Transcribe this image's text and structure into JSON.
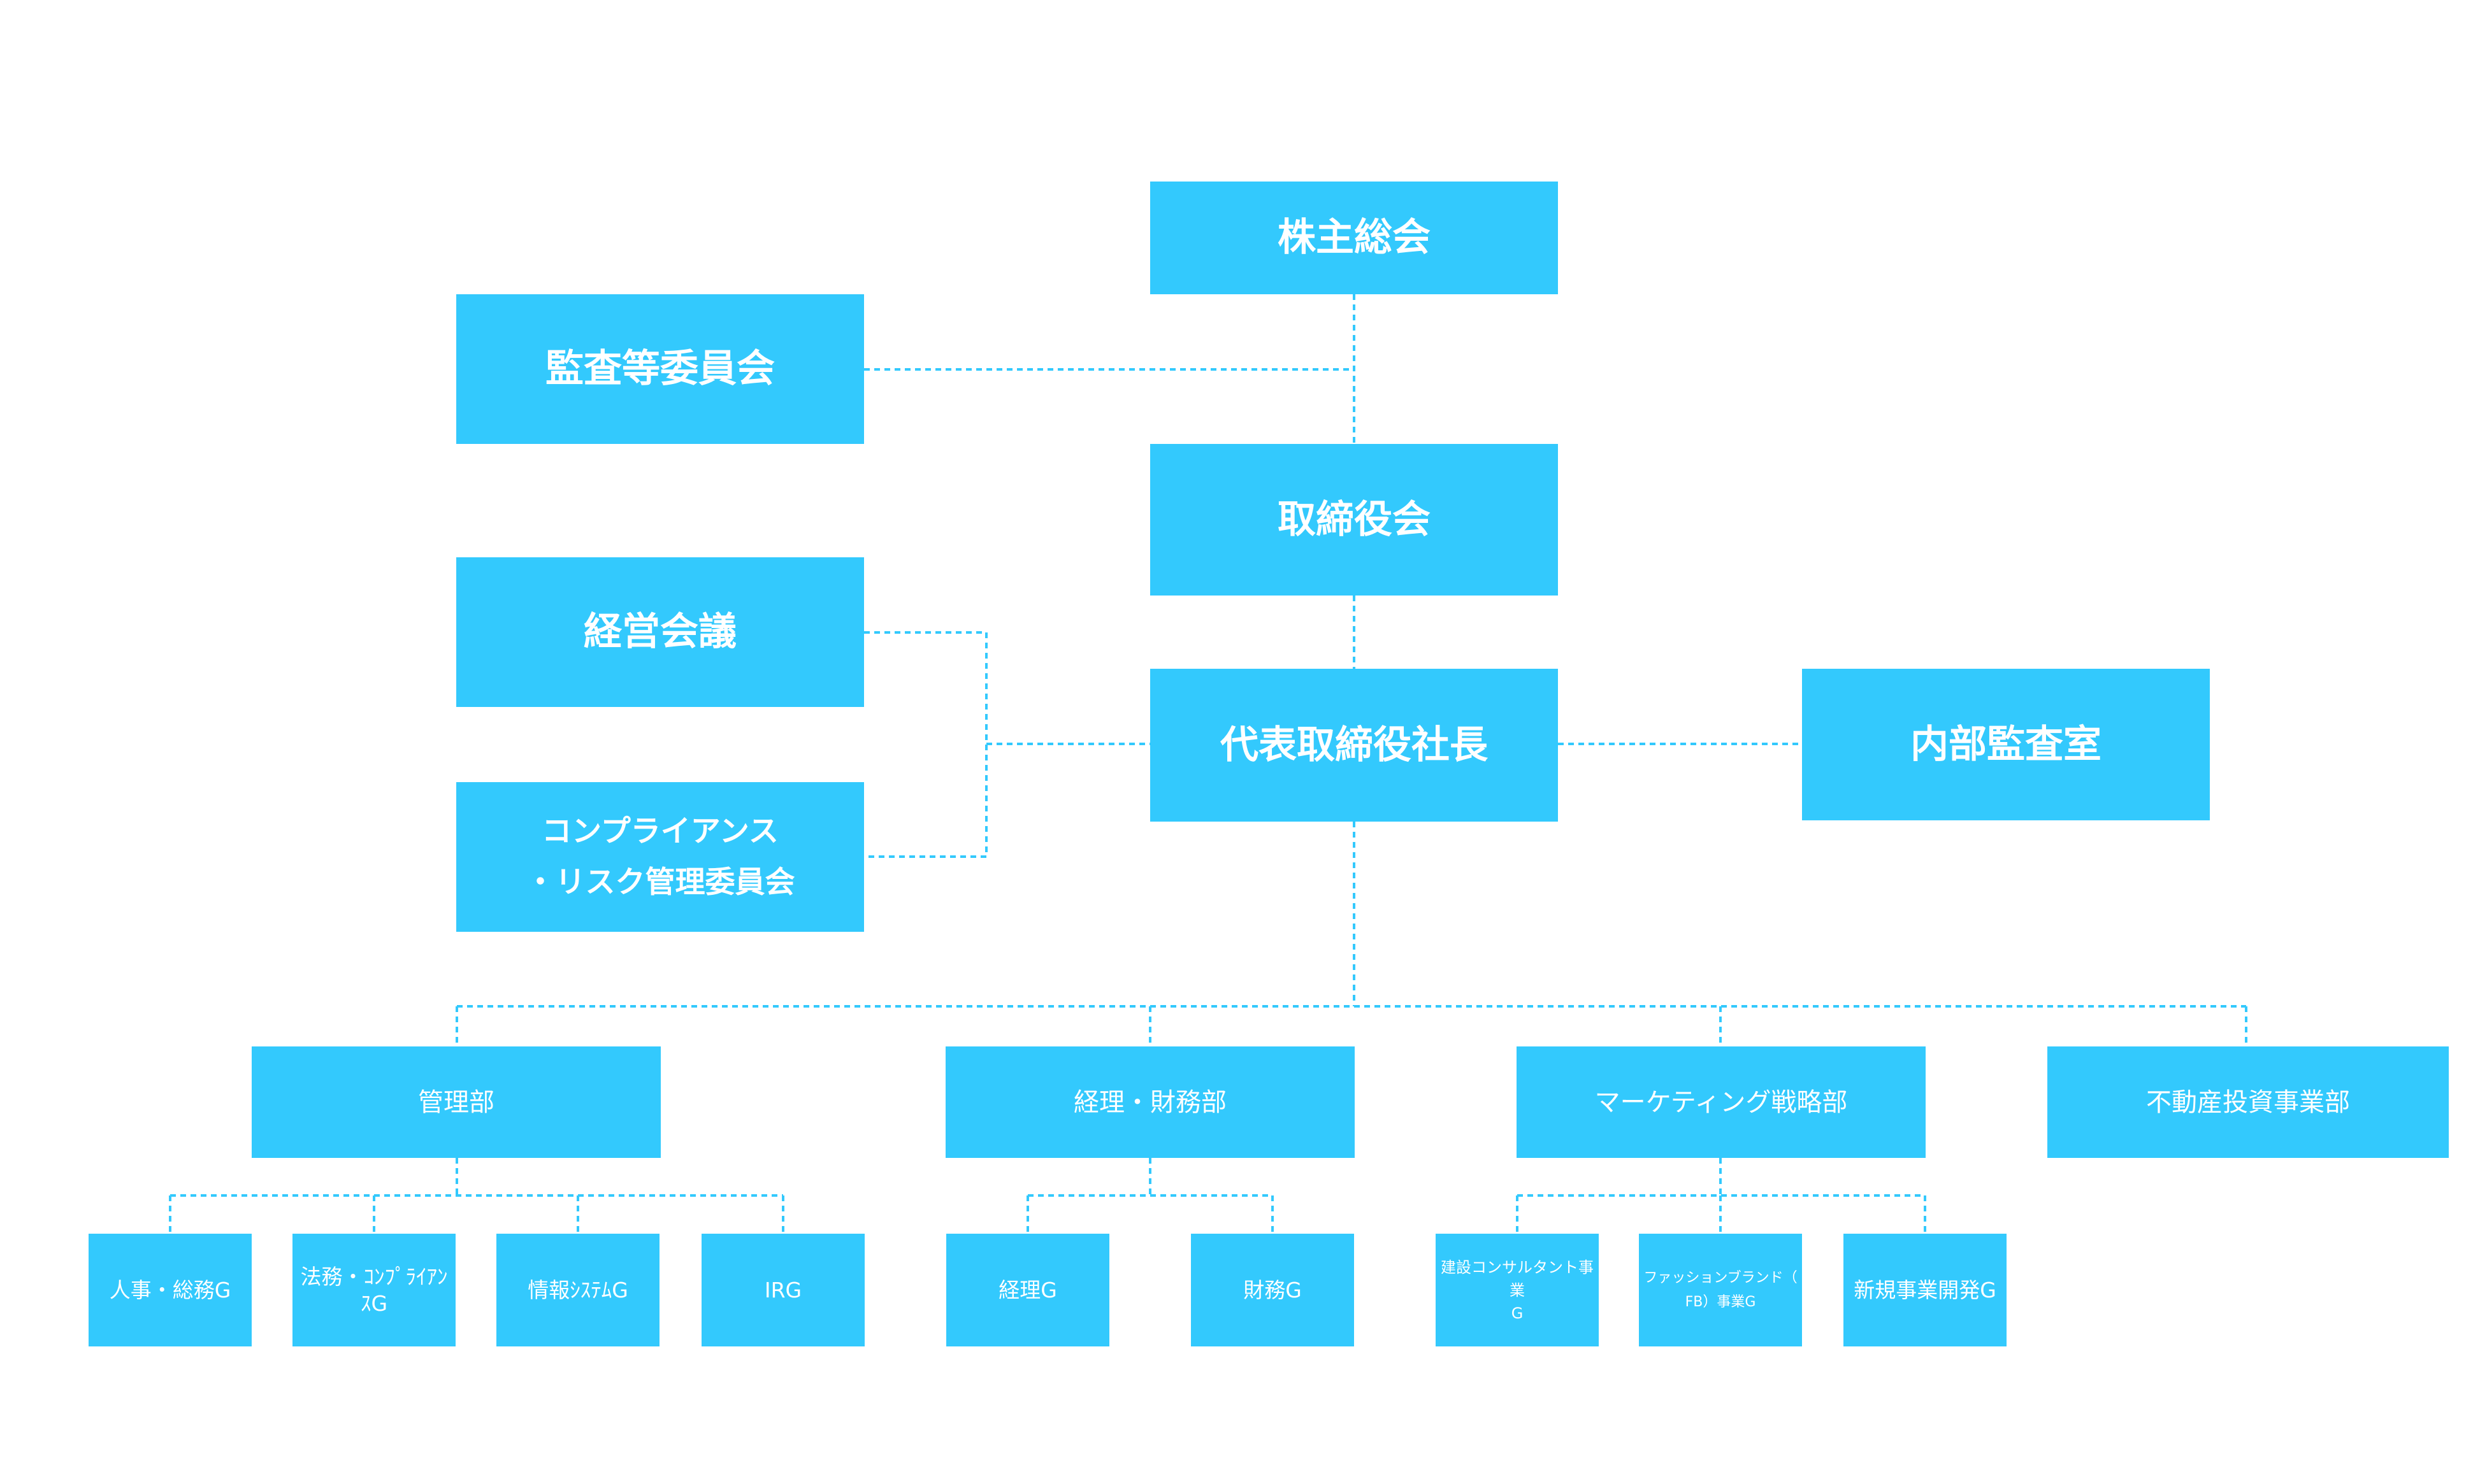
{
  "diagram": {
    "title": "",
    "nodes": {
      "shareholders": "株主総会",
      "audit_committee": "監査等委員会",
      "board": "取締役会",
      "management_meeting": "経営会議",
      "president": "代表取締役社長",
      "internal_audit": "内部監査室",
      "compliance_committee": "コンプライアンス\n・リスク管理委員会",
      "admin_dept": "管理部",
      "finance_dept": "経理・財務部",
      "marketing_dept": "マーケティング戦略部",
      "real_estate_dept": "不動産投資事業部",
      "hr_group": "人事・総務G",
      "legal_group": "法務・ｺﾝﾌﾟﾗｲｱﾝ\nｽG",
      "it_group": "情報ｼｽﾃﾑG",
      "ir_group": "IRG",
      "accounting_group": "経理G",
      "treasury_group": "財務G",
      "construction_group": "建設コンサルタント事業\nG",
      "fb_group": "ファッションブランド（\nFB）事業G",
      "new_business_group": "新規事業開発G"
    },
    "colors": {
      "box": "#33c9fd",
      "text": "#ffffff",
      "line": "#33c9fd"
    }
  }
}
